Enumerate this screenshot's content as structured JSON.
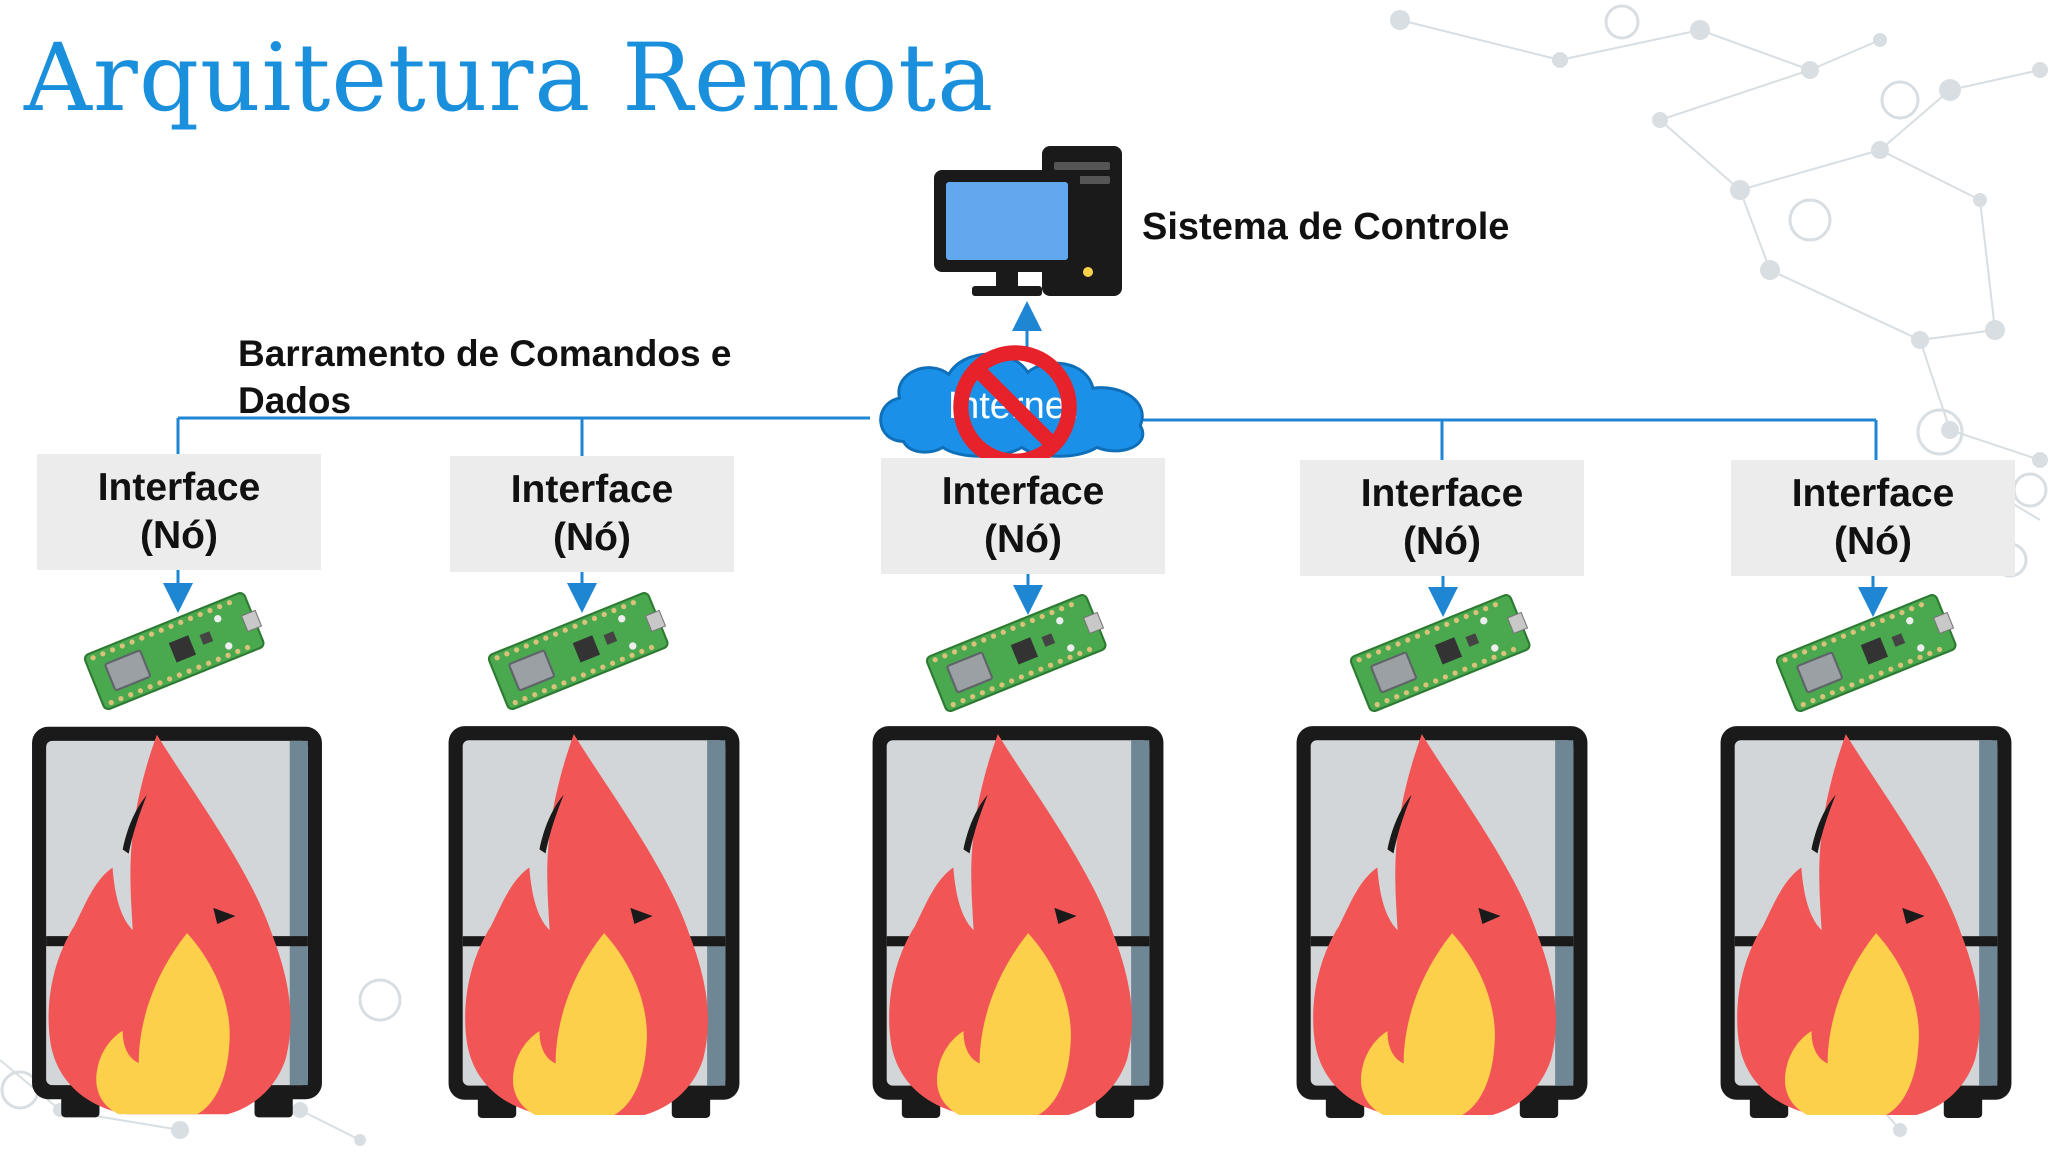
{
  "title": "Arquitetura Remota",
  "control_system": {
    "label": "Sistema de Controle",
    "icon": "desktop-computer-icon"
  },
  "bus": {
    "label_line1": "Barramento de Comandos e",
    "label_line2": "Dados"
  },
  "network": {
    "label": "Internet",
    "icon": "cloud-icon",
    "status_icon": "prohibited-icon"
  },
  "nodes": [
    {
      "line1": "Interface",
      "line2": "(Nó)"
    },
    {
      "line1": "Interface",
      "line2": "(Nó)"
    },
    {
      "line1": "Interface",
      "line2": "(Nó)"
    },
    {
      "line1": "Interface",
      "line2": "(Nó)"
    },
    {
      "line1": "Interface",
      "line2": "(Nó)"
    }
  ],
  "colors": {
    "title": "#1a8fdc",
    "bus_line": "#1f86d4",
    "cloud": "#1b90e8",
    "prohibited": "#e8222a",
    "flame_outer": "#f25555",
    "flame_inner": "#fdd04c",
    "board": "#4aa84e",
    "oven_frame": "#1a1a1a",
    "oven_panel": "#d2d6d9"
  }
}
